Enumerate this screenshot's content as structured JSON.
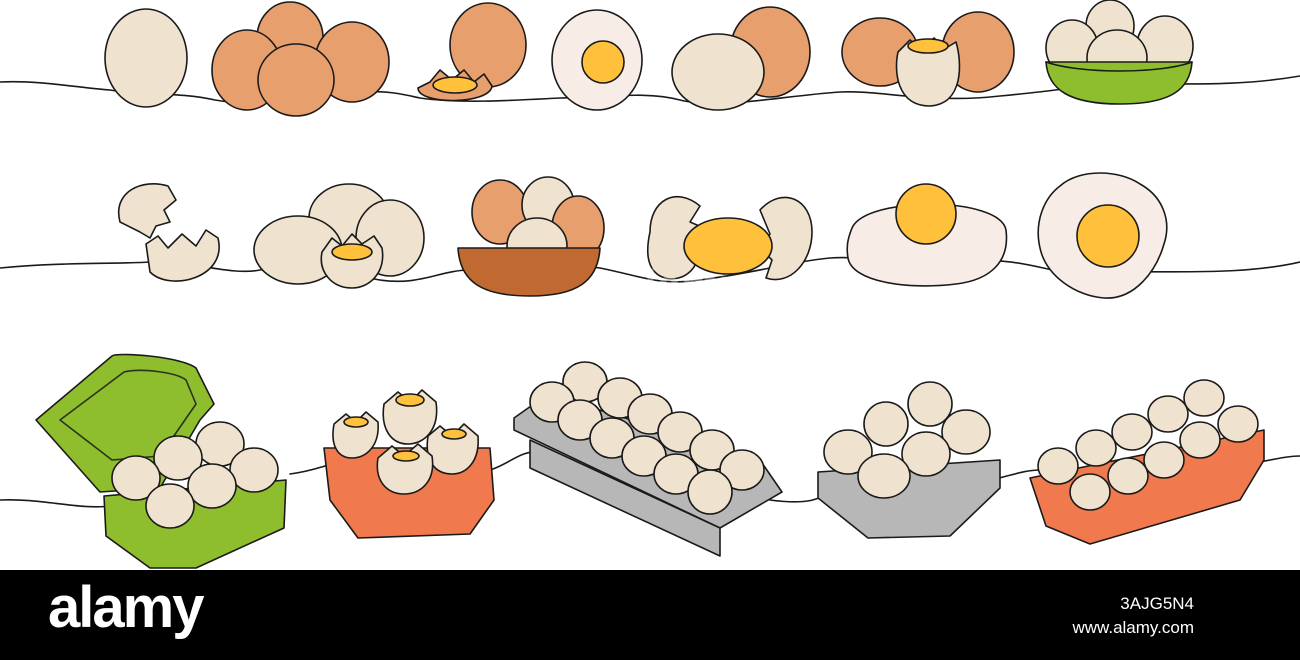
{
  "footer": {
    "logo": "alamy",
    "image_id": "3AJG5N4",
    "url": "www.alamy.com"
  },
  "watermark": "alamy",
  "colors": {
    "outline": "#1a1a1a",
    "shell_cream": "#efe3cf",
    "shell_brown": "#e89f6e",
    "shell_light": "#f8ede6",
    "yolk": "#ffc13b",
    "bowl_green": "#8ebd2e",
    "bowl_brown": "#c06a32",
    "carton_green": "#8ebd2e",
    "carton_orange": "#f07a4d",
    "carton_gray": "#b7b7b7",
    "footer_bg": "#000000"
  }
}
